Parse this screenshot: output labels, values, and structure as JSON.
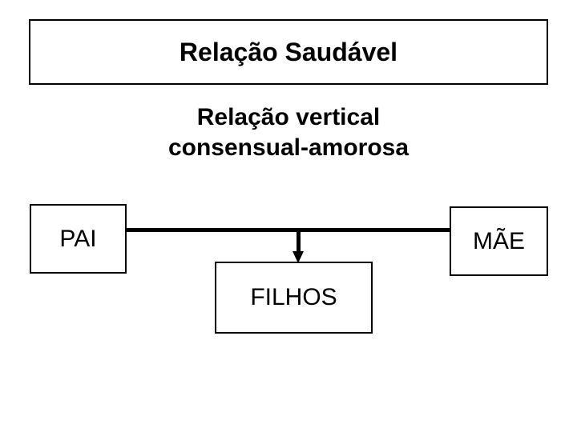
{
  "diagram": {
    "title": "Relação Saudável",
    "subtitle": {
      "line1": "Relação vertical",
      "line2": "consensual-amorosa"
    },
    "nodes": {
      "father": "PAI",
      "mother": "MÃE",
      "children": "FILHOS"
    },
    "connectors": {
      "spousal_line_name": "horizontal-line-pai-mae",
      "children_arrow_name": "down-arrow-to-filhos"
    },
    "colors": {
      "stroke": "#000000",
      "background": "#ffffff",
      "text": "#000000"
    }
  }
}
